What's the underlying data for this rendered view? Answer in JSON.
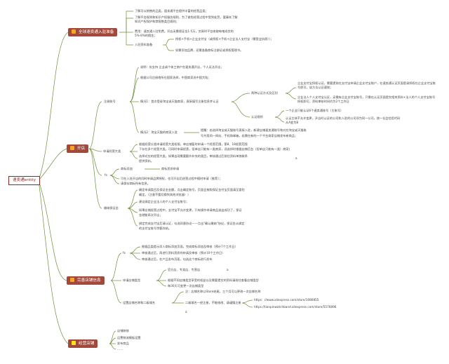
{
  "root": "速卖通entity",
  "icons": {
    "settle": "briefcase-icon",
    "shop": "cart-icon",
    "improve": "shop-icon",
    "operate": "gem-icon"
  },
  "colors": {
    "accent": "#a3493b",
    "root_border": "#8b2a1f",
    "line": "#6b8f3a",
    "icon_orange": "#f5a623",
    "icon_yellow": "#f8e71c"
  },
  "settle": {
    "title": "全球速卖通入驻准备",
    "cond1": "了解可以销售的品类，速卖通平台提供丰富的经营品类；",
    "cond2a": "了解平台规则和知识产权服务规则，为了避免经营过程中受到处罚，要事先了解",
    "cond2b": "知识产权保护和禁限售类目规则；",
    "cond3a": "费用：速卖通入驻免费。开店无需保证金1-5万，交易时平台收取每笔成交的",
    "cond3b": "5%-8%的佣金；",
    "materials": "入驻资料准备",
    "mat1": "授权+手机+企业支付宝（或授权+手机+企业法人支付宝（需营业执照））；",
    "mat2": "如需添加品牌，还需准备商标注册证或授权管理书。"
  },
  "shop": {
    "title": "开店",
    "register": {
      "title": "注册账号",
      "note1": "说明：仅支持 企业或个体工商户在速卖通开店，个人无法开店；",
      "note2": "根据公司注册地所在国家选择，中国商家选中国大陆；",
      "case1": "情况1：首次登录淘宝或天猫商家，直接填写注册信息并认证",
      "enterprise": "两种认证方式及区别",
      "enterprise_alipay": "企业支付宝授权认证，需要提前在支付宝申请企业支付宝账户，在速卖通认证页面登录授权在企业支付宝账号即可，该方法认证速效；",
      "enterprise_legal": "企业法人个人支付宝认证，无需有企业支付宝账号，只需在认证页面提交相关资料+法人的个人支付宝账号授权即可，资料审核时间约为2个工作日",
      "rule": "认证规则",
      "rule1": "一个企业只能认证6个速卖通账号（主账号）",
      "rule2": "认证主体不允许变更，开店时认证的公司和入驻的公司须为同一公司，统一社会信用代码",
      "rule3": "从A变为B",
      "case2": "情况2：淘宝天猫的商家入驻",
      "case2_detail1": "提醒：若选择淘宝或天猫账号直接入驻，新建店铺速卖通账号和对应淘宝或天猫账",
      "case2_detail2": "号共用同一网站、手机和邮箱，若需在新的一个平台商家店铺发布新商品；"
    },
    "category": {
      "title": "申请经营大类",
      "d1": "根据经营分类申请经营大类权限，单店铺暂时申请一个经营范围，第8、18经营范围",
      "d2": "下存在多个经营大类，可同时申请经营，但单店只能有一类商家，须选择时根据店铺后台（但单店只能有一类）商家店铺，提高收取。",
      "d3": "选择对应的经营大类，如果出现需要额外补充的类目，审核通过后前往资料单独联系",
      "d4": "提供资料。",
      "tag": "a"
    },
    "fx": {
      "title": "fx",
      "trademark": "商标添加",
      "trademark_apply": "商标资质申请",
      "note1": "可在入驻开店的同时申请品牌授权，也可开店后经营过程中随时申请（推荐）；",
      "note2": "请保存商标所有信息。"
    },
    "deposit": {
      "title": "缴纳保证金",
      "d1": "确定申请类目及保证金金额，点击确定账号，页面会按照保证金付宝页面请至冒险",
      "d2": "确定。（注意不要切换到其他浏览器！）",
      "d3": "建议绑定企业法人的个人支付宝账号；",
      "d4": "如果店铺经营过程中，支付宝不允许变更，只有操作申请商品退出成功了，保证",
      "d5": "金就能再次开店；",
      "d6": "绑定完成支付宝后请认证，勾选同意协议——点击\"确认缴纳\"协议，保证金从绑定",
      "d7": "的支付宝账号余额冻结。"
    }
  },
  "improve": {
    "title": "完善店铺信息",
    "fx": "fx",
    "fx1": "根据品类提示添入商标添加页面，完成商标添加及审核（预计7个工作日）",
    "fx2": "审核通过后，再进行资料资质的申请及审核（预计10个工作日）",
    "fx3": "审核通过后，在产品发布页面，勾选这个商标进行发布",
    "shoptype": "申请店铺类型",
    "st1": "官方店、专卖店、专营店",
    "st1_tag": "a",
    "st2": "根据不同店铺类型享受的权益以及需要提交的资料请前往查看店铺类型",
    "st3": "每30天可变更一次店铺类型",
    "domain": "设置店铺名称和二级域名",
    "dn1": "注：店铺名称以Store结尾，三个月可以更改一次店铺名称",
    "dn2": "二级域名一经注册，不能修改、请谨慎注册",
    "url1": "https：//www.aliexpress.com/store/1086855",
    "url2": "https://tianpinwatchband.aliexpress.com/store/5576896",
    "dn_tag": "a"
  },
  "operate": {
    "title": "经营店铺",
    "i1": "店铺装修",
    "i2": "运费物流模板设置",
    "i3": "发布商品",
    "i4": "……"
  }
}
